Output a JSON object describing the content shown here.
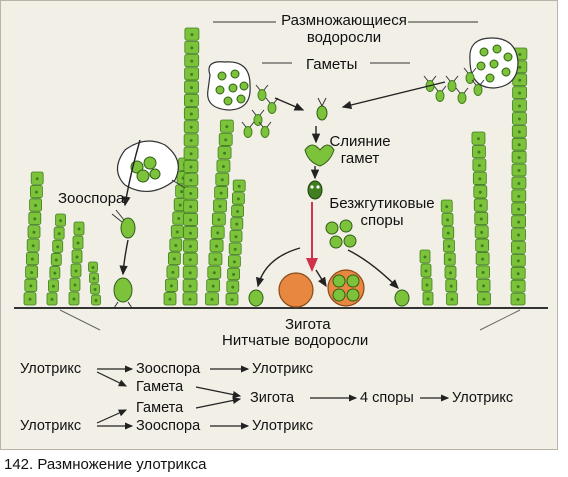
{
  "labels": {
    "reproducing_algae_line1": "Размножающиеся",
    "reproducing_algae_line2": "водоросли",
    "gametes": "Гаметы",
    "fusion_line1": "Слияние",
    "fusion_line2": "гамет",
    "flagellate_spores_line1": "Безжгутиковые",
    "flagellate_spores_line2": "споры",
    "zoospore": "Зооспора",
    "zygote": "Зигота",
    "filamentous_algae": "Нитчатые водоросли"
  },
  "scheme": {
    "row1": [
      "Улотрикс",
      "Зооспора",
      "Улотрикс"
    ],
    "row2_gamete": "Гамета",
    "row3_gamete": "Гамета",
    "zygote": "Зигота",
    "spores": "4 споры",
    "result": "Улотрикс",
    "row4": [
      "Улотрикс",
      "Зооспора",
      "Улотрикс"
    ]
  },
  "caption": "142. Размножение улотрикса",
  "colors": {
    "cell_fill": "#7cc23a",
    "cell_dark": "#3f7f1f",
    "zygote": "#e8873f",
    "arrow_red": "#d0324b",
    "background": "#f2efe6"
  }
}
